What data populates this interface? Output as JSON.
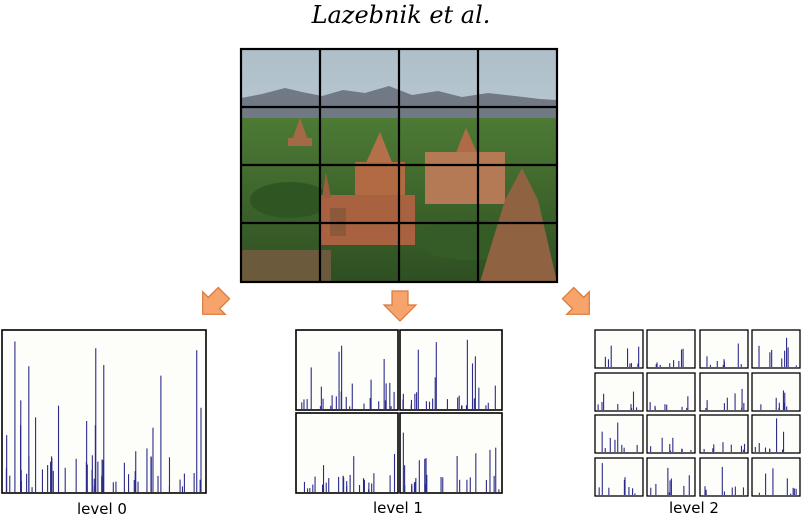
{
  "header": {
    "text": "Lazebnik et al."
  },
  "photo": {
    "subject": "landscape with temples",
    "grid": "4x4"
  },
  "levels": [
    {
      "label": "level 0",
      "cells": 1
    },
    {
      "label": "level 1",
      "cells": 4
    },
    {
      "label": "level 2",
      "cells": 16
    }
  ],
  "colors": {
    "bars": "#2b2b8c",
    "arrow_fill": "#f6a46b",
    "arrow_stroke": "#d8773a",
    "sky": "#b7c9d2",
    "vegetation": "#3f6a2c",
    "temple": "#b26a43"
  }
}
